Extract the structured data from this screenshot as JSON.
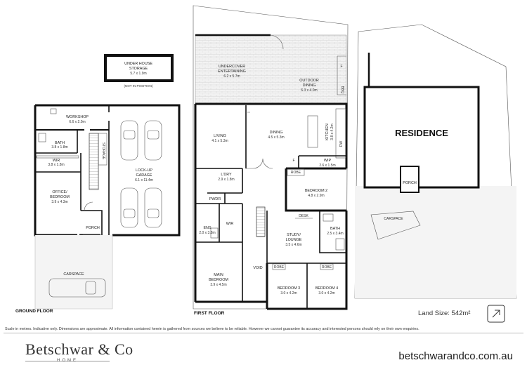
{
  "ground_floor": {
    "label": "GROUND FLOOR",
    "rooms": [
      {
        "name": "UNDER HOUSE",
        "name2": "STORAGE",
        "dims": "5.7 x 1.9m"
      },
      {
        "name": "WORKSHOP",
        "dims": "6.6 x 2.0m"
      },
      {
        "name": "BATH",
        "dims": "3.8 x 1.8m"
      },
      {
        "name": "WIR",
        "dims": "3.8 x 1.8m"
      },
      {
        "name": "OFFICE/",
        "name2": "BEDROOM",
        "dims": "3.9 x 4.3m"
      },
      {
        "name": "LOCK-UP",
        "name2": "GARAGE",
        "dims": "6.1 x 11.4m"
      },
      {
        "name": "STORAGE"
      },
      {
        "name": "PORCH"
      },
      {
        "name": "CARSPACE"
      }
    ],
    "note": "(NOT IN POSITION)"
  },
  "first_floor": {
    "label": "FIRST FLOOR",
    "rooms": [
      {
        "name": "UNDERCOVER",
        "name2": "ENTERTAINING",
        "dims": "6.2 x 5.7m"
      },
      {
        "name": "OUTDOOR",
        "name2": "DINING",
        "dims": "6.3 x 4.0m"
      },
      {
        "name": "LIVING",
        "dims": "4.1 x 5.3m"
      },
      {
        "name": "DINING",
        "dims": "4.5 x 5.3m"
      },
      {
        "name": "KITCHEN",
        "dims": "3.8 x 4.2m"
      },
      {
        "name": "WIP",
        "dims": "2.6 x 1.5m"
      },
      {
        "name": "L'DRY",
        "dims": "2.9 x 1.8m"
      },
      {
        "name": "PWDR"
      },
      {
        "name": "ROBE"
      },
      {
        "name": "BEDROOM 2",
        "dims": "4.8 x 2.9m"
      },
      {
        "name": "DESK"
      },
      {
        "name": "BATH",
        "dims": "2.5 x 3.4m"
      },
      {
        "name": "STUDY/",
        "name2": "LOUNGE",
        "dims": "3.5 x 4.6m"
      },
      {
        "name": "ENS",
        "dims": "2.0 x 3.8m"
      },
      {
        "name": "WIR"
      },
      {
        "name": "MAIN",
        "name2": "BEDROOM",
        "dims": "3.9 x 4.5m"
      },
      {
        "name": "VOID"
      },
      {
        "name": "ROBE"
      },
      {
        "name": "ROBE"
      },
      {
        "name": "BEDROOM 3",
        "dims": "3.0 x 4.2m"
      },
      {
        "name": "BEDROOM 4",
        "dims": "3.0 x 4.2m"
      }
    ],
    "fixtures": {
      "fridge": "F",
      "bbq": "BBQ",
      "dishwasher": "DW",
      "fridge2": "F"
    }
  },
  "site": {
    "residence": "RESIDENCE",
    "porch": "PORCH",
    "carspace": "CARSPACE"
  },
  "land_size": "Land Size:  542m²",
  "disclaimer": "Scale in metres. Indicative only. Dimensions are approximate. All information contained herein is gathered from sources we believe to be reliable. However we cannot guarantee its accuracy and interested persons should rely on their own enquiries.",
  "brand": {
    "name": "Betschwar & Co",
    "sub": "HOME"
  },
  "website": "betschwarandco.com.au",
  "compass": "N",
  "colors": {
    "wall": "#111111",
    "paving": "#eeeeee",
    "grass": "#f2f2f2"
  }
}
